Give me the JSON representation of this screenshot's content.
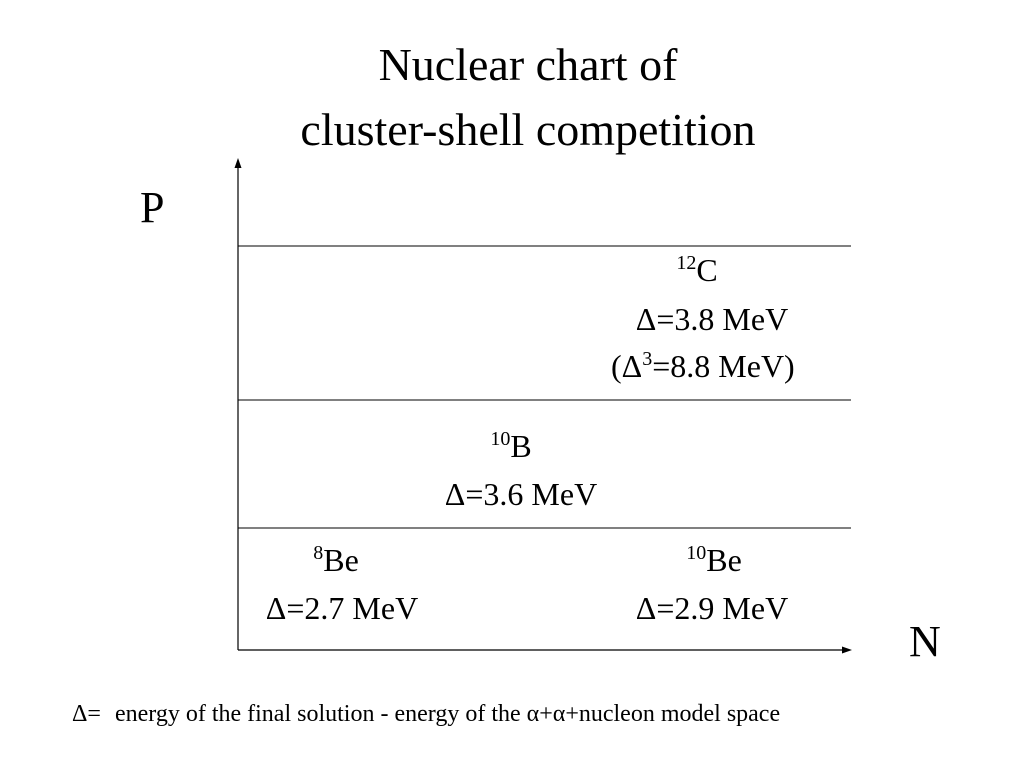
{
  "title": {
    "line1": "Nuclear chart of",
    "line2": "cluster-shell competition"
  },
  "axes": {
    "y_label": "P",
    "x_label": "N"
  },
  "nuclei": {
    "c12": {
      "mass_number": "12",
      "symbol": "C",
      "delta": "Δ=3.8 MeV",
      "delta3_open": "(Δ",
      "delta3_exp": "3",
      "delta3_rest": "=8.8 MeV)"
    },
    "b10": {
      "mass_number": "10",
      "symbol": "B",
      "delta": "Δ=3.6 MeV"
    },
    "be8": {
      "mass_number": "8",
      "symbol": "Be",
      "delta": "Δ=2.7 MeV"
    },
    "be10": {
      "mass_number": "10",
      "symbol": "Be",
      "delta": "Δ=2.9 MeV"
    }
  },
  "footnote": {
    "lhs": "Δ=",
    "rhs": "energy of the final solution  - energy of the α+α+nucleon model space"
  }
}
